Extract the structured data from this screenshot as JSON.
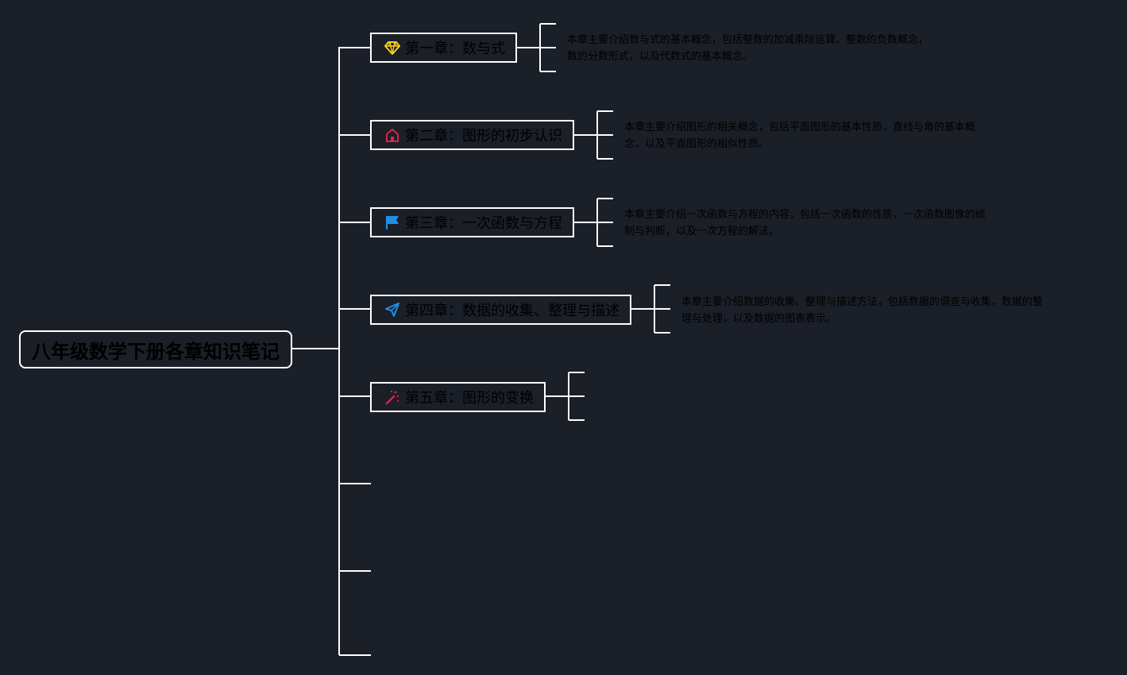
{
  "root": {
    "title": "八年级数学下册各章知识笔记"
  },
  "chapters": [
    {
      "title": "第一章：数与式",
      "icon": "diamond-icon",
      "icon_color": "#f5d21a",
      "desc": "本章主要介绍数与式的基本概念，包括整数的加减乘除运算，整数的负数概念，\n数的分数形式，以及代数式的基本概念。"
    },
    {
      "title": "第二章：图形的初步认识",
      "icon": "home-icon",
      "icon_color": "#e0204d",
      "desc": "本章主要介绍图形的相关概念，包括平面图形的基本性质，直线与角的基本概\n念，以及平面图形的相似性质。"
    },
    {
      "title": "第三章：一次函数与方程",
      "icon": "flag-icon",
      "icon_color": "#1e90e6",
      "desc": "本章主要介绍一次函数与方程的内容，包括一次函数的性质，一次函数图像的绘\n制与判断，以及一次方程的解法。"
    },
    {
      "title": "第四章：数据的收集、整理与描述",
      "icon": "paper-plane-icon",
      "icon_color": "#1e90e6",
      "desc": "本章主要介绍数据的收集、整理与描述方法，包括数据的调查与收集，数据的整\n理与处理，以及数据的图表表示。"
    },
    {
      "title": "第五章：图形的变换",
      "icon": "magic-wand-icon",
      "icon_color": "#e0204d",
      "desc": ""
    }
  ]
}
